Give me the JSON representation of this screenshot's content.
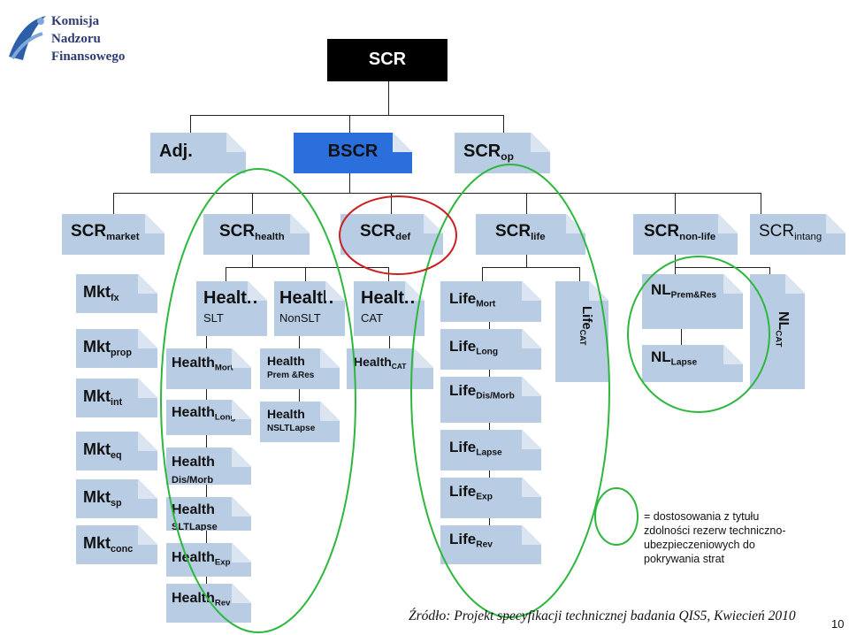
{
  "logo": {
    "line1": "Komisja",
    "line2": "Nadzoru",
    "line3": "Finansowego"
  },
  "top": {
    "scr": "SCR"
  },
  "level1": {
    "adj": "Adj.",
    "bscr": "BSCR",
    "scr_op_main": "SCR",
    "scr_op_sub": "op"
  },
  "modules": [
    {
      "main": "SCR",
      "sub": "market"
    },
    {
      "main": "SCR",
      "sub": "health"
    },
    {
      "main": "SCR",
      "sub": "def"
    },
    {
      "main": "SCR",
      "sub": "life"
    },
    {
      "main": "SCR",
      "sub": "non-life"
    },
    {
      "main": "SCR",
      "sub": "intang"
    }
  ],
  "market": [
    {
      "main": "Mkt",
      "sub": "fx"
    },
    {
      "main": "Mkt",
      "sub": "prop"
    },
    {
      "main": "Mkt",
      "sub": "int"
    },
    {
      "main": "Mkt",
      "sub": "eq"
    },
    {
      "main": "Mkt",
      "sub": "sp"
    },
    {
      "main": "Mkt",
      "sub": "conc"
    }
  ],
  "health": {
    "slt_title": "Health",
    "slt_sub": "SLT",
    "nonslt_title": "Health",
    "nonslt_sub": "NonSLT",
    "cat_title": "Health",
    "cat_sub": "CAT",
    "mort_main": "Health",
    "mort_sub": "Mort",
    "long_main": "Health",
    "long_sub": "Long",
    "dis_main": "Health",
    "dis_sub": "Dis/Morb",
    "sltlapse_main": "Health",
    "sltlapse_sub": "SLTLapse",
    "exp_main": "Health",
    "exp_sub": "Exp",
    "rev_main": "Health",
    "rev_sub": "Rev",
    "prem_main": "Health",
    "prem_sub": "Prem &Res",
    "nsltlapse_main": "Health",
    "nsltlapse_sub": "NSLTLapse",
    "hcat_main": "Health",
    "hcat_sub": "CAT"
  },
  "life": [
    {
      "main": "Life",
      "sub": "Mort"
    },
    {
      "main": "Life",
      "sub": "Long"
    },
    {
      "main": "Life",
      "sub": "Dis/Morb"
    },
    {
      "main": "Life",
      "sub": "Lapse"
    },
    {
      "main": "Life",
      "sub": "Exp"
    },
    {
      "main": "Life",
      "sub": "Rev"
    }
  ],
  "life_cat": {
    "main": "Life",
    "sub": "CAT"
  },
  "nonlife": {
    "prem_main": "NL",
    "prem_sub": "Prem&Res",
    "lapse_main": "NL",
    "lapse_sub": "Lapse",
    "cat_main": "NL",
    "cat_sub": "CAT"
  },
  "legend": {
    "text": "= dostosowania z tytułu zdolności rezerw techniczno-ubezpieczeniowych do pokrywania strat"
  },
  "footer": {
    "source": "Źródło: Projekt specyfikacji technicznej badania QIS5, Kwiecień 2010",
    "page_number": "10"
  },
  "colors": {
    "box": "#b8cce4",
    "bscr": "#2a6fdb",
    "scr_top": "#000000",
    "green_ring": "#2db83d",
    "red_ring": "#cc1f1f"
  }
}
